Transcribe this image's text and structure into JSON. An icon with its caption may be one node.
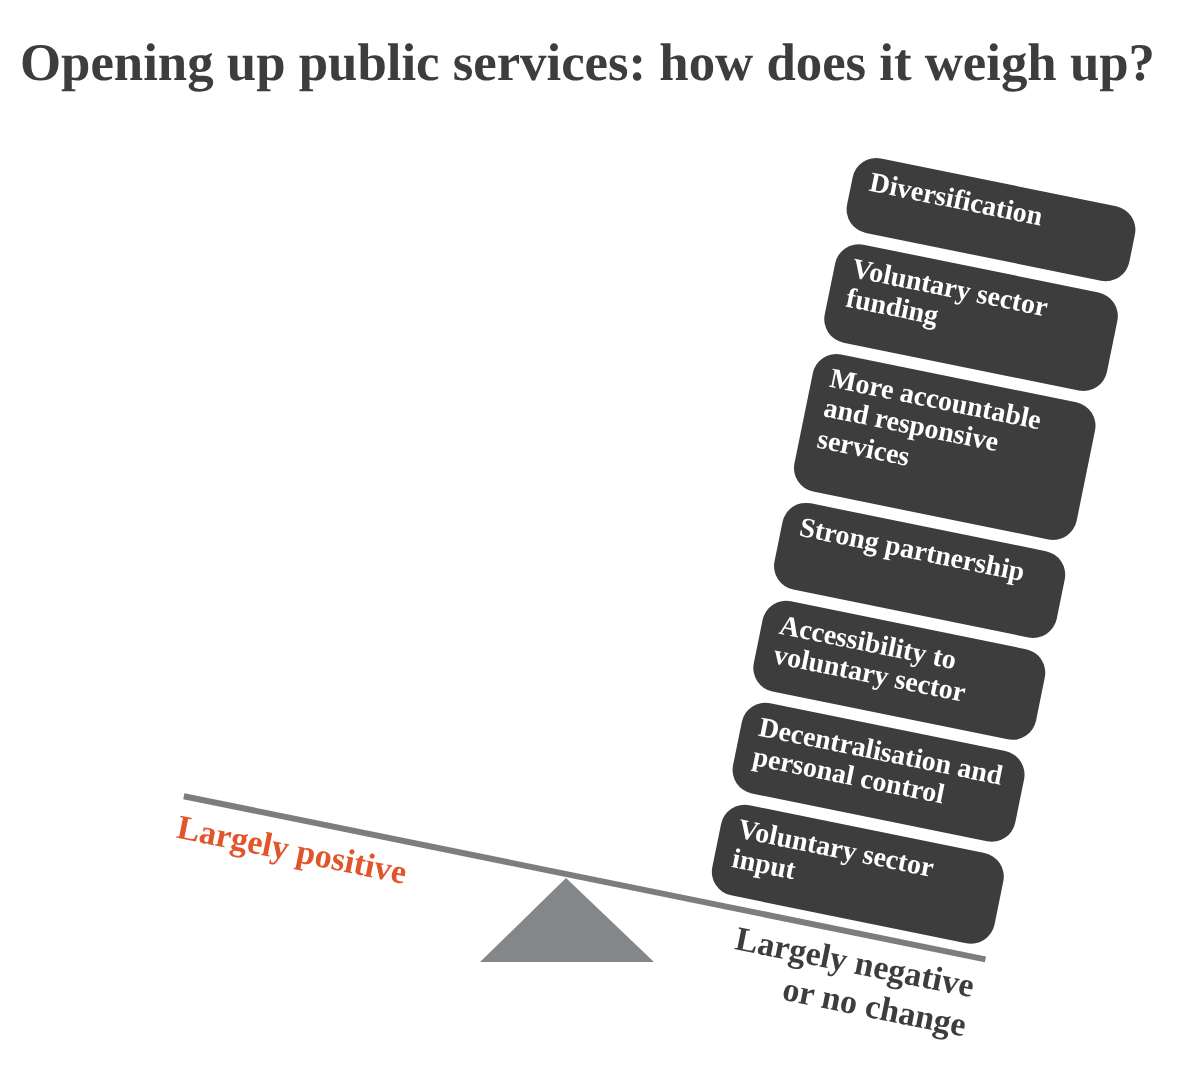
{
  "diagram": {
    "title": "Opening up public services: how does it weigh up?",
    "nodes": [
      {
        "text": [
          "Diversification"
        ]
      },
      {
        "text": [
          "Voluntary sector funding"
        ]
      },
      {
        "text": [
          "More accountable and responsive services"
        ]
      },
      {
        "text": [
          "Strong partnership"
        ]
      },
      {
        "text": [
          "Accessibility to voluntary sector"
        ]
      },
      {
        "text": [
          "Decentralisation and personal control"
        ]
      },
      {
        "text": [
          "Voluntary sector input"
        ]
      }
    ],
    "labels": [
      "Largely positive",
      "Largely negative or no change"
    ]
  }
}
